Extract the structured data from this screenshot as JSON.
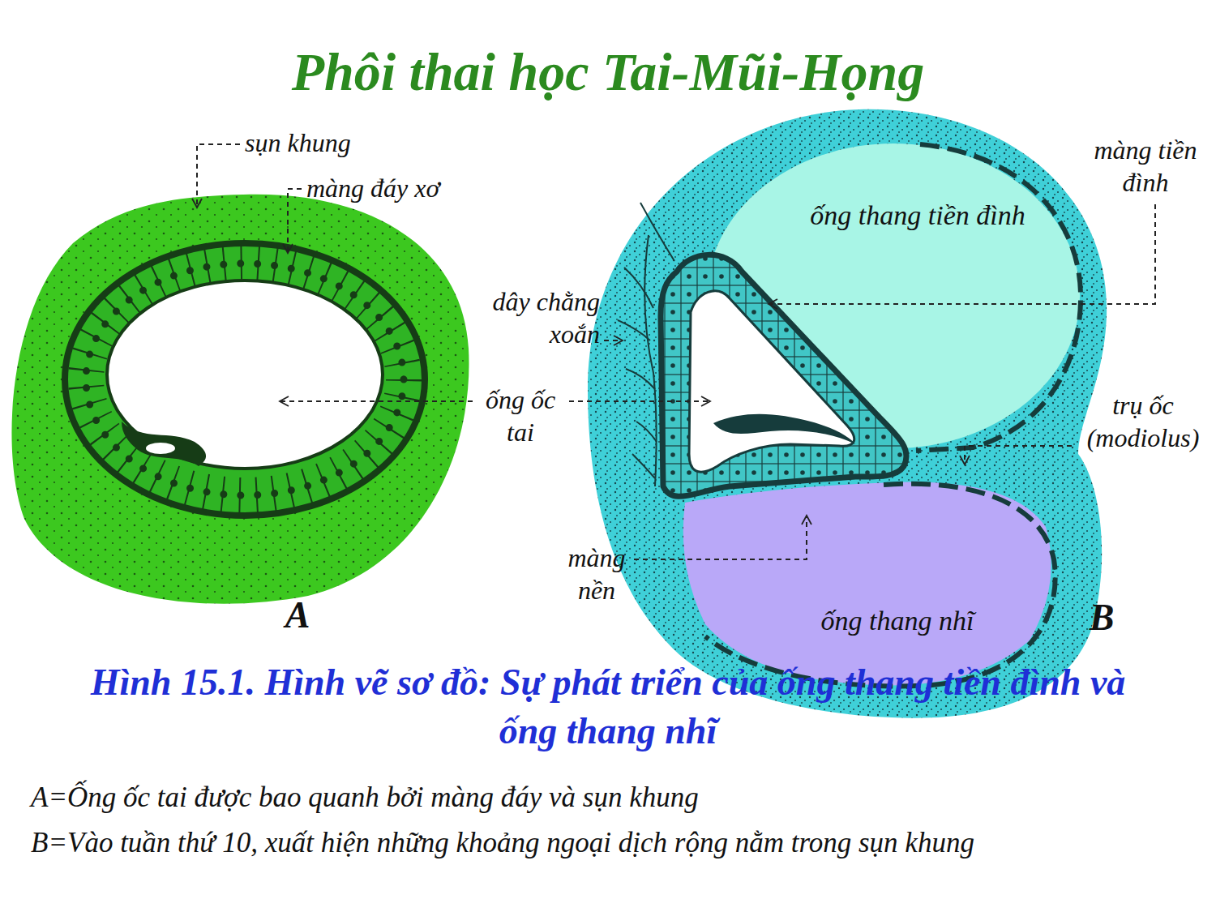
{
  "diagram": {
    "title": "Phôi thai học Tai-Mũi-Họng",
    "caption": "Hình 15.1. Hình vẽ sơ đồ: Sự phát triển của ống thang tiền đình và ống thang nhĩ",
    "nodes": [
      {
        "text": [
          "A"
        ]
      },
      {
        "text": [
          "B"
        ]
      },
      {
        "text": [
          "ống thang tiền đình"
        ],
        "in": 1
      },
      {
        "text": [
          "ống thang nhĩ"
        ],
        "in": 1
      }
    ],
    "labels": [
      "sụn khung",
      "màng đáy xơ",
      "dây chằng xoắn",
      "ống ốc tai",
      "màng tiền đình",
      "trụ ốc (modiolus)",
      "màng nền",
      "A=Ống ốc tai được bao quanh bởi màng đáy và sụn khung",
      "B=Vào tuần thứ 10, xuất hiện những khoảng ngoại dịch rộng nằm trong sụn khung"
    ]
  }
}
